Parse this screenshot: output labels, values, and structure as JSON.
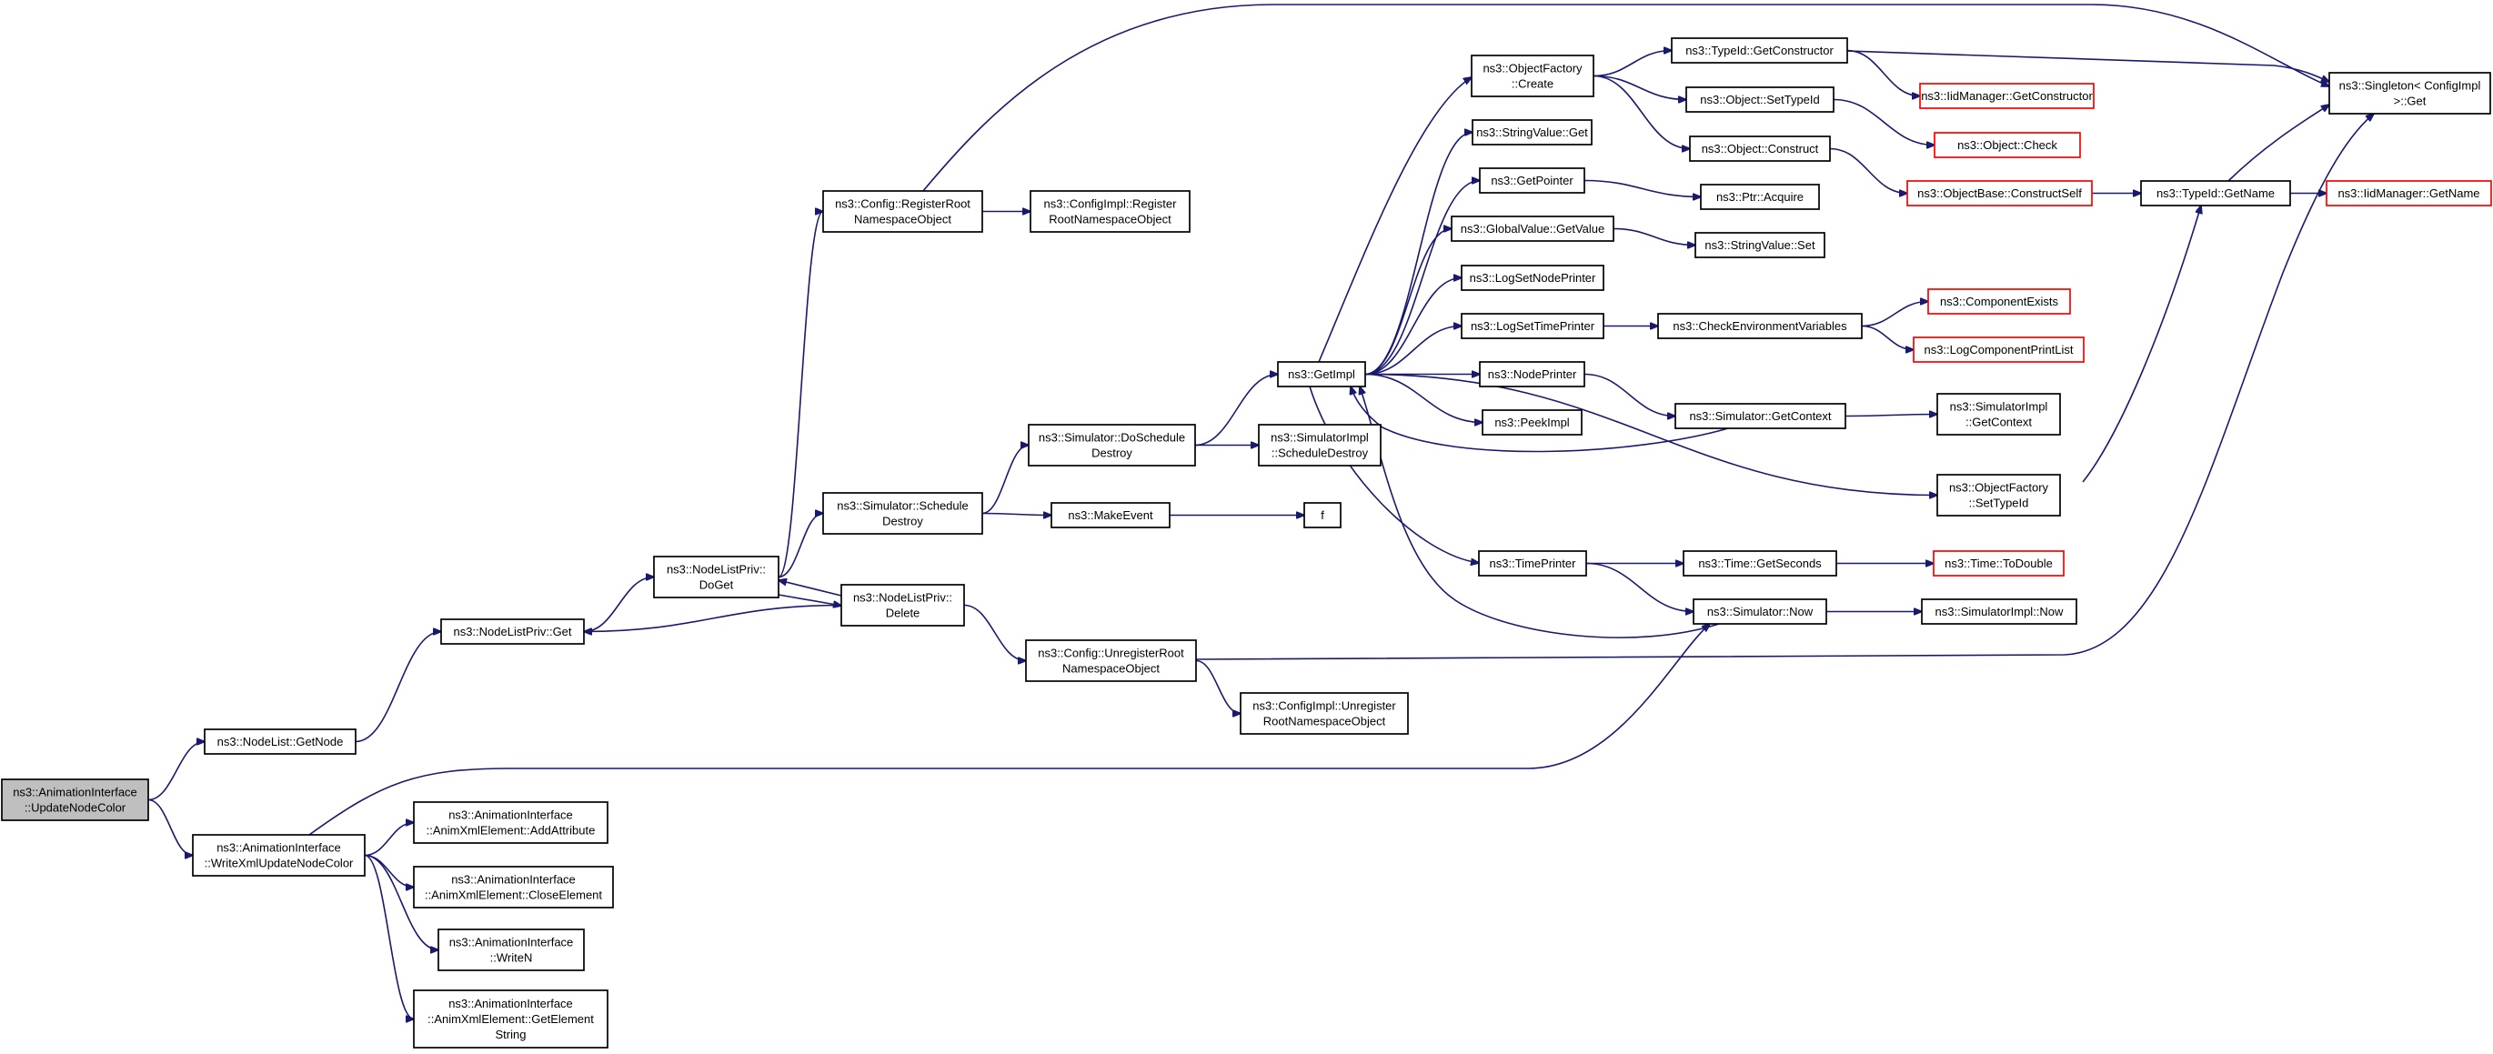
{
  "graph": {
    "edge_color": "#191970",
    "truncated_color": "#ff0000",
    "root_fill": "#bfbfbf",
    "nodes": [
      {
        "id": "update_node_color",
        "lines": [
          "ns3::AnimationInterface",
          "::UpdateNodeColor"
        ],
        "root": true
      },
      {
        "id": "nodelist_getnode",
        "lines": [
          "ns3::NodeList::GetNode"
        ]
      },
      {
        "id": "write_xml_update",
        "lines": [
          "ns3::AnimationInterface",
          "::WriteXmlUpdateNodeColor"
        ]
      },
      {
        "id": "nodelistpriv_get",
        "lines": [
          "ns3::NodeListPriv::Get"
        ]
      },
      {
        "id": "nodelistpriv_doget",
        "lines": [
          "ns3::NodeListPriv::",
          "DoGet"
        ]
      },
      {
        "id": "nodelistpriv_delete",
        "lines": [
          "ns3::NodeListPriv::",
          "Delete"
        ]
      },
      {
        "id": "config_register_root",
        "lines": [
          "ns3::Config::RegisterRoot",
          "NamespaceObject"
        ]
      },
      {
        "id": "configimpl_register_root",
        "lines": [
          "ns3::ConfigImpl::Register",
          "RootNamespaceObject"
        ]
      },
      {
        "id": "simulator_schedule_destroy",
        "lines": [
          "ns3::Simulator::Schedule",
          "Destroy"
        ]
      },
      {
        "id": "simulator_doschedule_destroy",
        "lines": [
          "ns3::Simulator::DoSchedule",
          "Destroy"
        ]
      },
      {
        "id": "simulatorimpl_schedule_destroy",
        "lines": [
          "ns3::SimulatorImpl",
          "::ScheduleDestroy"
        ]
      },
      {
        "id": "make_event",
        "lines": [
          "ns3::MakeEvent"
        ]
      },
      {
        "id": "f",
        "lines": [
          "f"
        ]
      },
      {
        "id": "config_unregister_root",
        "lines": [
          "ns3::Config::UnregisterRoot",
          "NamespaceObject"
        ]
      },
      {
        "id": "configimpl_unregister_root",
        "lines": [
          "ns3::ConfigImpl::Unregister",
          "RootNamespaceObject"
        ]
      },
      {
        "id": "getimpl",
        "lines": [
          "ns3::GetImpl"
        ]
      },
      {
        "id": "objectfactory_create",
        "lines": [
          "ns3::ObjectFactory",
          "::Create"
        ]
      },
      {
        "id": "stringvalue_get",
        "lines": [
          "ns3::StringValue::Get"
        ]
      },
      {
        "id": "getpointer",
        "lines": [
          "ns3::GetPointer"
        ]
      },
      {
        "id": "globalvalue_getvalue",
        "lines": [
          "ns3::GlobalValue::GetValue"
        ]
      },
      {
        "id": "logsetnodeprinter",
        "lines": [
          "ns3::LogSetNodePrinter"
        ]
      },
      {
        "id": "logsettimeprinter",
        "lines": [
          "ns3::LogSetTimePrinter"
        ]
      },
      {
        "id": "nodeprinter",
        "lines": [
          "ns3::NodePrinter"
        ]
      },
      {
        "id": "peekimpl",
        "lines": [
          "ns3::PeekImpl"
        ]
      },
      {
        "id": "timeprinter",
        "lines": [
          "ns3::TimePrinter"
        ]
      },
      {
        "id": "typeid_getconstructor",
        "lines": [
          "ns3::TypeId::GetConstructor"
        ]
      },
      {
        "id": "object_settypeid",
        "lines": [
          "ns3::Object::SetTypeId"
        ]
      },
      {
        "id": "object_construct",
        "lines": [
          "ns3::Object::Construct"
        ]
      },
      {
        "id": "ptr_acquire",
        "lines": [
          "ns3::Ptr::Acquire"
        ]
      },
      {
        "id": "stringvalue_set",
        "lines": [
          "ns3::StringValue::Set"
        ]
      },
      {
        "id": "check_env_vars",
        "lines": [
          "ns3::CheckEnvironmentVariables"
        ]
      },
      {
        "id": "simulator_getcontext",
        "lines": [
          "ns3::Simulator::GetContext"
        ]
      },
      {
        "id": "time_getseconds",
        "lines": [
          "ns3::Time::GetSeconds"
        ]
      },
      {
        "id": "simulator_now",
        "lines": [
          "ns3::Simulator::Now"
        ]
      },
      {
        "id": "iidmanager_getconstructor",
        "lines": [
          "ns3::IidManager::GetConstructor"
        ],
        "truncated": true
      },
      {
        "id": "object_check",
        "lines": [
          "ns3::Object::Check"
        ],
        "truncated": true
      },
      {
        "id": "objectbase_constructself",
        "lines": [
          "ns3::ObjectBase::ConstructSelf"
        ],
        "truncated": true
      },
      {
        "id": "component_exists",
        "lines": [
          "ns3::ComponentExists"
        ],
        "truncated": true
      },
      {
        "id": "log_component_print_list",
        "lines": [
          "ns3::LogComponentPrintList"
        ],
        "truncated": true
      },
      {
        "id": "simulatorimpl_getcontext",
        "lines": [
          "ns3::SimulatorImpl",
          "::GetContext"
        ]
      },
      {
        "id": "objectfactory_settypeid",
        "lines": [
          "ns3::ObjectFactory",
          "::SetTypeId"
        ]
      },
      {
        "id": "time_todouble",
        "lines": [
          "ns3::Time::ToDouble"
        ],
        "truncated": true
      },
      {
        "id": "simulatorimpl_now",
        "lines": [
          "ns3::SimulatorImpl::Now"
        ]
      },
      {
        "id": "singleton_get",
        "lines": [
          "ns3::Singleton< ConfigImpl",
          " >::Get"
        ]
      },
      {
        "id": "typeid_getname",
        "lines": [
          "ns3::TypeId::GetName"
        ]
      },
      {
        "id": "iidmanager_getname",
        "lines": [
          "ns3::IidManager::GetName"
        ],
        "truncated": true
      },
      {
        "id": "animxml_addattribute",
        "lines": [
          "ns3::AnimationInterface",
          "::AnimXmlElement::AddAttribute"
        ]
      },
      {
        "id": "animxml_closeelement",
        "lines": [
          "ns3::AnimationInterface",
          "::AnimXmlElement::CloseElement"
        ]
      },
      {
        "id": "writen",
        "lines": [
          "ns3::AnimationInterface",
          "::WriteN"
        ]
      },
      {
        "id": "animxml_getelementstring",
        "lines": [
          "ns3::AnimationInterface",
          "::AnimXmlElement::GetElement",
          "String"
        ]
      }
    ],
    "edges": [
      [
        "update_node_color",
        "nodelist_getnode"
      ],
      [
        "update_node_color",
        "write_xml_update"
      ],
      [
        "nodelist_getnode",
        "nodelistpriv_get"
      ],
      [
        "nodelistpriv_get",
        "nodelistpriv_doget"
      ],
      [
        "nodelistpriv_doget",
        "config_register_root"
      ],
      [
        "nodelistpriv_doget",
        "simulator_schedule_destroy"
      ],
      [
        "nodelistpriv_doget",
        "nodelistpriv_delete"
      ],
      [
        "nodelistpriv_delete",
        "nodelistpriv_doget"
      ],
      [
        "nodelistpriv_delete",
        "nodelistpriv_get"
      ],
      [
        "nodelistpriv_delete",
        "config_unregister_root"
      ],
      [
        "config_register_root",
        "configimpl_register_root"
      ],
      [
        "config_register_root",
        "singleton_get"
      ],
      [
        "simulator_schedule_destroy",
        "simulator_doschedule_destroy"
      ],
      [
        "simulator_schedule_destroy",
        "make_event"
      ],
      [
        "make_event",
        "f"
      ],
      [
        "simulator_doschedule_destroy",
        "getimpl"
      ],
      [
        "simulator_doschedule_destroy",
        "simulatorimpl_schedule_destroy"
      ],
      [
        "config_unregister_root",
        "configimpl_unregister_root"
      ],
      [
        "config_unregister_root",
        "singleton_get"
      ],
      [
        "getimpl",
        "objectfactory_create"
      ],
      [
        "getimpl",
        "stringvalue_get"
      ],
      [
        "getimpl",
        "getpointer"
      ],
      [
        "getimpl",
        "globalvalue_getvalue"
      ],
      [
        "getimpl",
        "logsetnodeprinter"
      ],
      [
        "getimpl",
        "logsettimeprinter"
      ],
      [
        "getimpl",
        "nodeprinter"
      ],
      [
        "getimpl",
        "peekimpl"
      ],
      [
        "getimpl",
        "timeprinter"
      ],
      [
        "getimpl",
        "objectfactory_settypeid"
      ],
      [
        "objectfactory_create",
        "typeid_getconstructor"
      ],
      [
        "objectfactory_create",
        "object_settypeid"
      ],
      [
        "objectfactory_create",
        "object_construct"
      ],
      [
        "typeid_getconstructor",
        "iidmanager_getconstructor"
      ],
      [
        "typeid_getconstructor",
        "singleton_get"
      ],
      [
        "object_settypeid",
        "object_check"
      ],
      [
        "object_construct",
        "objectbase_constructself"
      ],
      [
        "objectbase_constructself",
        "typeid_getname"
      ],
      [
        "typeid_getname",
        "iidmanager_getname"
      ],
      [
        "typeid_getname",
        "singleton_get"
      ],
      [
        "getpointer",
        "ptr_acquire"
      ],
      [
        "globalvalue_getvalue",
        "stringvalue_set"
      ],
      [
        "logsettimeprinter",
        "check_env_vars"
      ],
      [
        "check_env_vars",
        "component_exists"
      ],
      [
        "check_env_vars",
        "log_component_print_list"
      ],
      [
        "nodeprinter",
        "simulator_getcontext"
      ],
      [
        "simulator_getcontext",
        "getimpl"
      ],
      [
        "simulator_getcontext",
        "simulatorimpl_getcontext"
      ],
      [
        "timeprinter",
        "time_getseconds"
      ],
      [
        "timeprinter",
        "simulator_now"
      ],
      [
        "time_getseconds",
        "time_todouble"
      ],
      [
        "simulator_now",
        "getimpl"
      ],
      [
        "simulator_now",
        "simulatorimpl_now"
      ],
      [
        "objectfactory_settypeid",
        "typeid_getname"
      ],
      [
        "write_xml_update",
        "simulator_now"
      ],
      [
        "write_xml_update",
        "animxml_addattribute"
      ],
      [
        "write_xml_update",
        "animxml_closeelement"
      ],
      [
        "write_xml_update",
        "writen"
      ],
      [
        "write_xml_update",
        "animxml_getelementstring"
      ]
    ]
  }
}
